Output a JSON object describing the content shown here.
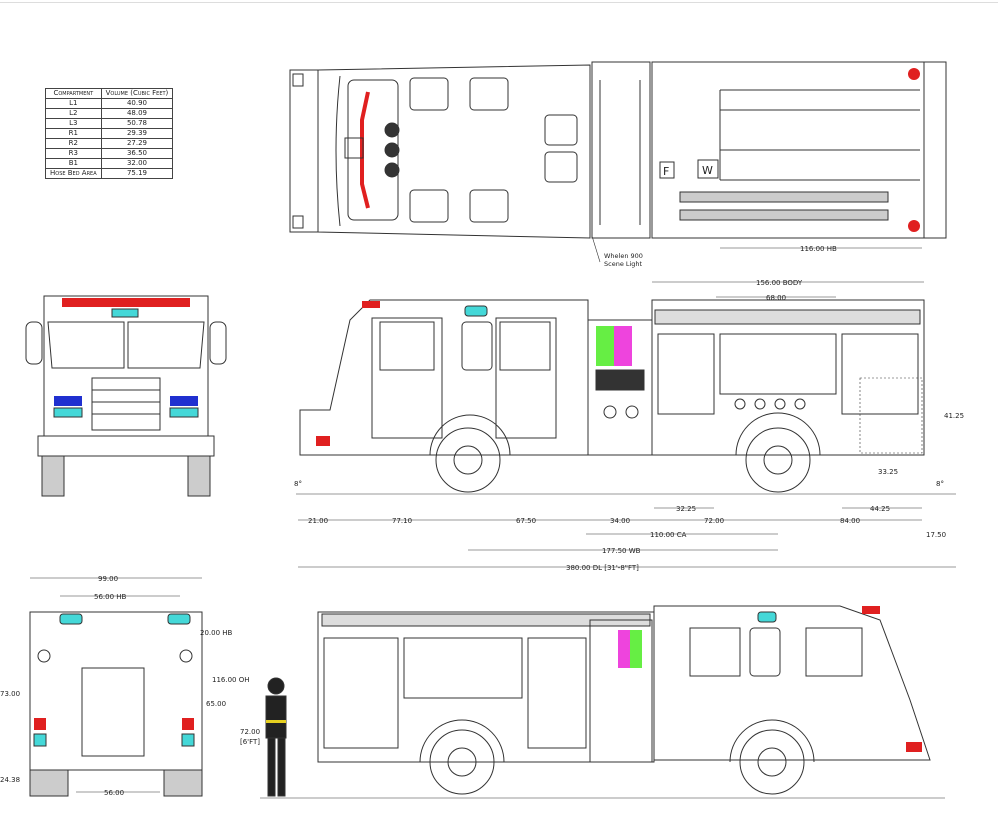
{
  "table": {
    "headers": [
      "Compartment",
      "Volume (Cubic Feet)"
    ],
    "rows": [
      [
        "L1",
        "40.90"
      ],
      [
        "L2",
        "48.09"
      ],
      [
        "L3",
        "50.78"
      ],
      [
        "R1",
        "29.39"
      ],
      [
        "R2",
        "27.29"
      ],
      [
        "R3",
        "36.50"
      ],
      [
        "B1",
        "32.00"
      ],
      [
        "Hose Bed Area",
        "75.19"
      ]
    ]
  },
  "top_view": {
    "compartment_labels": [
      "F",
      "W"
    ],
    "hosebed_dim": "116.00 HB"
  },
  "callout": {
    "line1": "Whelen 900",
    "line2": "Scene Light"
  },
  "side_view": {
    "dims": {
      "body": "156.00 BODY",
      "d68": "68.00",
      "d4125": "41.25",
      "d3325": "33.25",
      "ang_left": "8°",
      "ang_right": "8°",
      "d3225": "32.25",
      "d4425": "44.25",
      "d21": "21.00",
      "d7710": "77.10",
      "d6750": "67.50",
      "d34": "34.00",
      "d72": "72.00",
      "d84": "84.00",
      "d1750": "17.50",
      "ca": "110.00 CA",
      "wb": "177.50 WB",
      "dl": "380.00 DL [31'-8\"FT]"
    }
  },
  "rear_view": {
    "dims": {
      "w99": "99.00",
      "hb56": "56.00 HB",
      "hb20": "20.00 HB",
      "oh116": "116.00 OH",
      "h65": "65.00",
      "h73": "73.00",
      "h2438": "24.38",
      "w56": "56.00"
    }
  },
  "figure": {
    "h72": "72.00",
    "h6ft": "[6'FT]"
  }
}
